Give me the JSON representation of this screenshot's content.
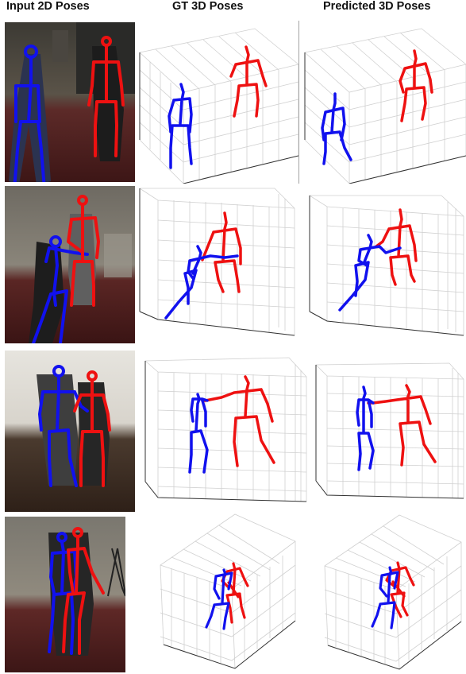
{
  "headers": {
    "input": "Input 2D Poses",
    "gt": "GT 3D Poses",
    "predicted": "Predicted 3D Poses"
  },
  "colors": {
    "person_a": "#1111ee",
    "person_b": "#ee1111",
    "grid": "#d0d0d0",
    "axis": "#333333"
  },
  "rows": [
    {
      "photo_desc": "row1-photo"
    },
    {
      "photo_desc": "row2-photo"
    },
    {
      "photo_desc": "row3-photo"
    },
    {
      "photo_desc": "row4-photo"
    }
  ]
}
